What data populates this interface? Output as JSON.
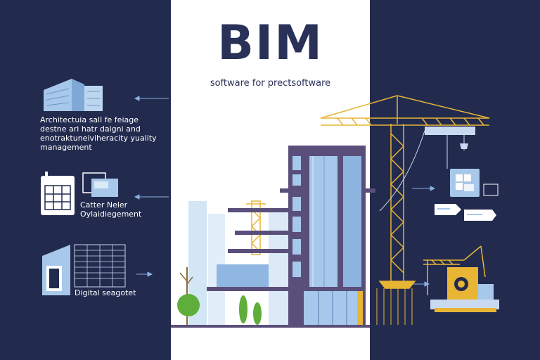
{
  "header": {
    "title": "BIM",
    "subtitle": "software for prectsoftware"
  },
  "features": [
    {
      "icon": "building-icon",
      "caption": "Architectuia sall fe feiage\ndestne ari hatr daigni and\nenotraktuneiviheracity yuality\nmanagement"
    },
    {
      "icon": "calendar-icon",
      "caption": "Catter Neler\nOylaidiegement"
    },
    {
      "icon": "document-icon",
      "caption": "Digital seagotet"
    }
  ],
  "colors": {
    "navy": "#222a4e",
    "crane_yellow": "#e8b535",
    "building_purple": "#5a4f7a",
    "glass_blue": "#a7c8ea",
    "tree_green": "#5fae3b"
  }
}
